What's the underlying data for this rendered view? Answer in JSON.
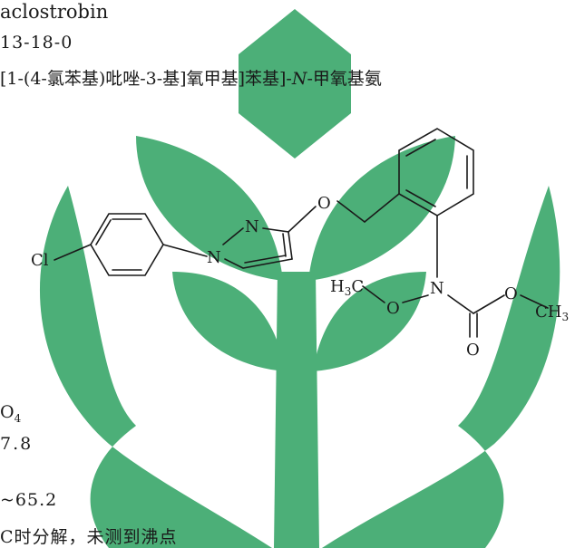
{
  "header": {
    "name_en": "aclostrobin",
    "cas": "13-18-0",
    "iupac_a": "[1-(4-氯苯基)吡唑-3-基]氧甲基]苯基]-",
    "iupac_n": "N",
    "iupac_b": "-甲氧基氨"
  },
  "structure": {
    "cl": "Cl",
    "n_pyrazole_1": "N",
    "n_pyrazole_2": "N",
    "o_ether": "O",
    "h": "H",
    "h_sub": "3",
    "c": "C",
    "o_methoxy": "O",
    "n_carbamate": "N",
    "o_ester": "O",
    "ch": "CH",
    "ch_sub": "3",
    "o_carbonyl": "O"
  },
  "properties": {
    "formula_o": "O",
    "formula_sub": "4",
    "mw": "7.8",
    "mp": "~65.2",
    "bp": "C时分解，未测到沸点"
  },
  "colors": {
    "watermark_green": "#4caf78",
    "text": "#1a1a1a"
  },
  "watermark_icon": "leaf-hands-logo"
}
